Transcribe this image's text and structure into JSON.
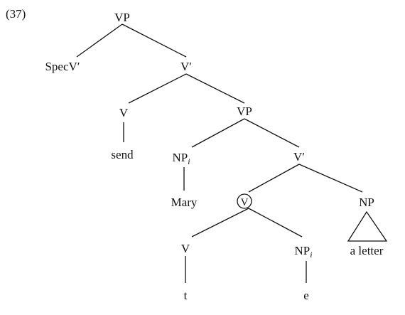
{
  "example_number": "(37)",
  "nodes": {
    "vp_top": "VP",
    "spec": "SpecV′",
    "vbar_top": "V′",
    "v_send": "V",
    "send": "send",
    "vp_mid": "VP",
    "np_mary": "NP",
    "np_mary_sub": "i",
    "mary": "Mary",
    "vbar_mid": "V′",
    "v_circled": "V",
    "np_letter": "NP",
    "a_letter": "a letter",
    "v_t": "V",
    "t": "t",
    "np_e": "NP",
    "np_e_sub": "i",
    "e": "e"
  }
}
